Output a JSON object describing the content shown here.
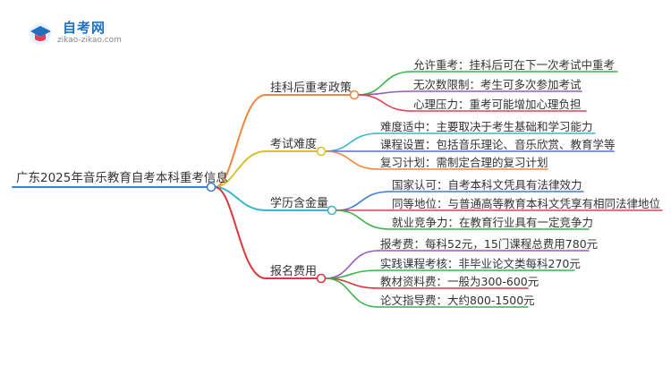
{
  "logo": {
    "title": "自考网",
    "url": "zikao-zikao.com"
  },
  "root": "广东2025年音乐教育自考本科重考信息",
  "branches": [
    {
      "label": "挂科后重考政策",
      "color": "#f0883c",
      "children": [
        {
          "label": "允许重考：挂科后可在下一次考试中重考",
          "color": "#3cb44a"
        },
        {
          "label": "无次数限制：考生可多次参加考试",
          "color": "#9b59b6"
        },
        {
          "label": "心理压力：重考可能增加心理负担",
          "color": "#e0405a"
        }
      ]
    },
    {
      "label": "考试难度",
      "color": "#d9c12b",
      "children": [
        {
          "label": "难度适中：主要取决于考生基础和学习能力",
          "color": "#38b6cf"
        },
        {
          "label": "课程设置：包括音乐理论、音乐欣赏、教育学等",
          "color": "#5b6fd6"
        },
        {
          "label": "复习计划：需制定合理的复习计划",
          "color": "#f0883c"
        }
      ]
    },
    {
      "label": "学历含金量",
      "color": "#38b6cf",
      "children": [
        {
          "label": "国家认可：自考本科文凭具有法律效力",
          "color": "#3c7fd6"
        },
        {
          "label": "同等地位：与普通高等教育本科文凭享有相同法律地位",
          "color": "#e0405a"
        },
        {
          "label": "就业竞争力：在教育行业具有一定竞争力",
          "color": "#3cb44a"
        }
      ]
    },
    {
      "label": "报名费用",
      "color": "#d9363e",
      "children": [
        {
          "label": "报考费：每科52元，15门课程总费用780元",
          "color": "#9b59b6"
        },
        {
          "label": "实践课程考核：非毕业论文类每科270元",
          "color": "#3cb44a"
        },
        {
          "label": "教材资料费：一般为300-600元",
          "color": "#d9363e"
        },
        {
          "label": "论文指导费：大约800-1500元",
          "color": "#3cb44a"
        }
      ]
    }
  ]
}
